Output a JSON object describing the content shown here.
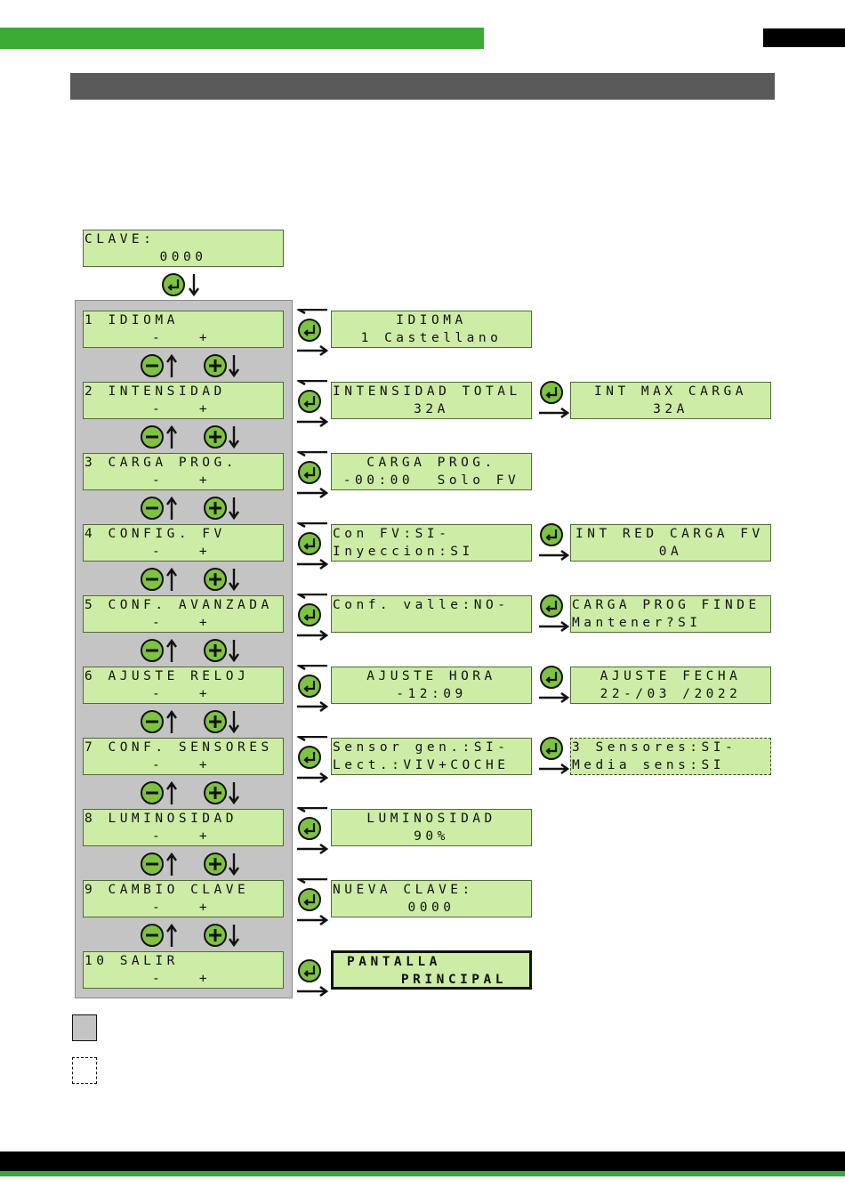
{
  "colors": {
    "header_green": "#3aaa35",
    "lcd_green": "#cdeca6",
    "panel_gray": "#c4c4c4",
    "title_bar": "#5a5a5a"
  },
  "clave": {
    "line1": "CLAVE:",
    "line2": "0000"
  },
  "menu_items": [
    {
      "line1": "1 IDIOMA",
      "line2": "-   +"
    },
    {
      "line1": "2 INTENSIDAD",
      "line2": "-   +"
    },
    {
      "line1": "3 CARGA PROG.",
      "line2": "-   +"
    },
    {
      "line1": "4 CONFIG. FV",
      "line2": "-   +"
    },
    {
      "line1": "5 CONF. AVANZADA",
      "line2": "-   +"
    },
    {
      "line1": "6 AJUSTE RELOJ",
      "line2": "-   +"
    },
    {
      "line1": "7 CONF. SENSORES",
      "line2": "-   +"
    },
    {
      "line1": "8 LUMINOSIDAD",
      "line2": "-   +"
    },
    {
      "line1": "9 CAMBIO CLAVE",
      "line2": "-   +"
    },
    {
      "line1": "10 SALIR",
      "line2": "-   +"
    }
  ],
  "sub1": [
    {
      "line1": "IDIOMA",
      "line2": "1 Castellano"
    },
    {
      "line1": "INTENSIDAD TOTAL",
      "line2": "32A"
    },
    {
      "line1": "CARGA PROG.",
      "line2": "-00:00  Solo FV"
    },
    {
      "line1": "Con FV:SI-",
      "line2": "Inyeccion:SI"
    },
    {
      "line1": "Conf. valle:NO-",
      "line2": ""
    },
    {
      "line1": "AJUSTE HORA",
      "line2": "-12:09"
    },
    {
      "line1": "Sensor gen.:SI-",
      "line2": "Lect.:VIV+COCHE"
    },
    {
      "line1": "LUMINOSIDAD",
      "line2": "90%"
    },
    {
      "line1": "NUEVA CLAVE:",
      "line2": "0000"
    },
    {
      "line1": "PANTALLA",
      "line2": "PRINCIPAL"
    }
  ],
  "sub2": [
    {
      "row": 1,
      "line1": "INT MAX CARGA",
      "line2": "32A"
    },
    {
      "row": 3,
      "line1": "INT RED CARGA FV",
      "line2": "0A"
    },
    {
      "row": 4,
      "line1": "CARGA PROG FINDE",
      "line2": "Mantener?SI"
    },
    {
      "row": 5,
      "line1": "AJUSTE FECHA",
      "line2": "22-/03 /2022"
    },
    {
      "row": 6,
      "line1": "3 Sensores:SI-",
      "line2": "Media sens:SI"
    }
  ]
}
